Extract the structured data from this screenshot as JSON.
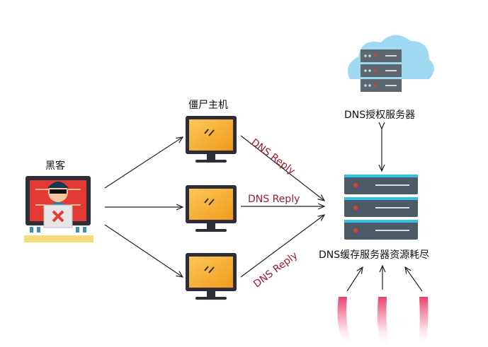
{
  "labels": {
    "attacker": "黑客",
    "zombies": "僵尸主机",
    "auth_server": "DNS授权服务器",
    "cache_server": "DNS缓存服务器资源耗尽"
  },
  "replies": [
    "DNS Reply",
    "DNS Reply",
    "DNS Reply"
  ],
  "colors": {
    "arrow": "#222222",
    "reply_text": "#9b1c2e",
    "monitor_screen": "#f5a623",
    "monitor_frame": "#2e2e3a",
    "server_body": "#4d5a66",
    "server_accent": "#2ec4ea",
    "cloud": "#9fd9f2",
    "incoming_request": "#e8416a",
    "hacker_screen": "#e53935",
    "desk": "#f4dc7a"
  },
  "icons": [
    "hacker-icon",
    "zombie-monitor-icon",
    "auth-server-cloud-icon",
    "cache-server-icon"
  ]
}
